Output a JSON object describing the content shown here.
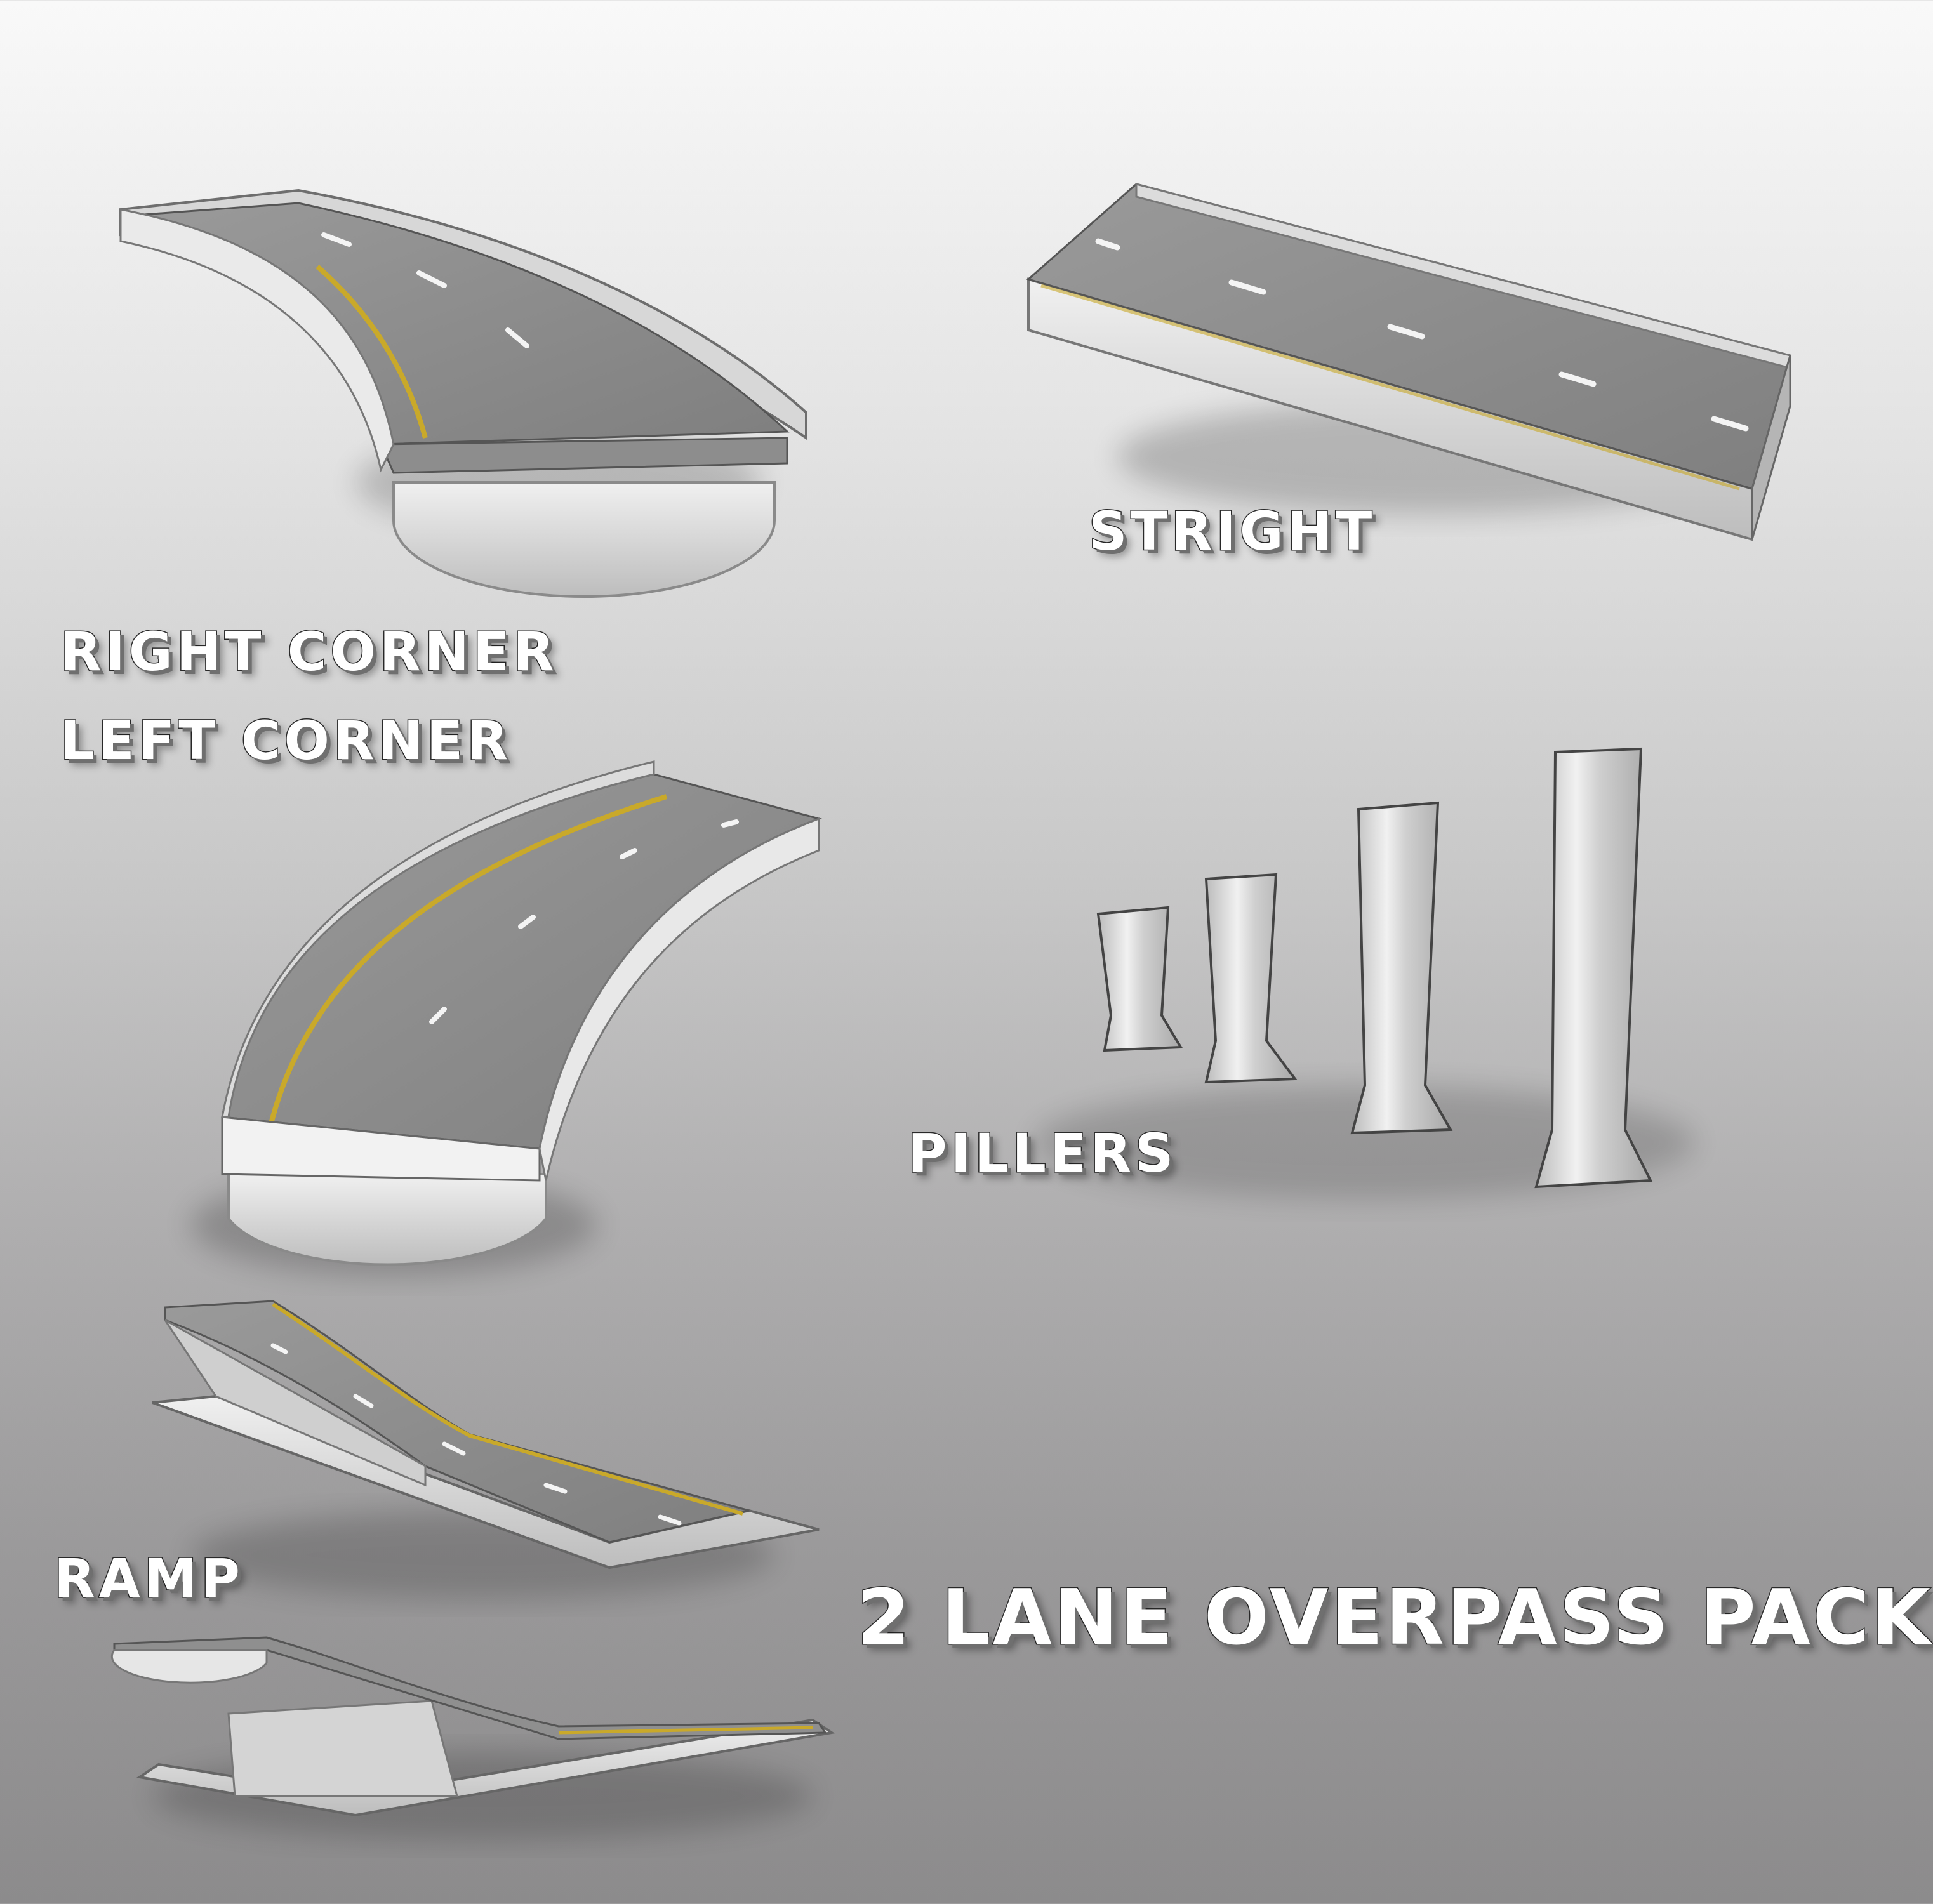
{
  "labels": {
    "right_corner": "RIGHT CORNER",
    "left_corner": "LEFT CORNER",
    "straight": "STRIGHT",
    "pillars": "PILLERS",
    "ramp": "RAMP",
    "title": "2 LANE OVERPASS PACK"
  },
  "colors": {
    "asphalt": "#8f8f8f",
    "concrete": "#e2e2e2",
    "concrete_shadow": "#a9a9a9",
    "center_line": "#c9a92a",
    "lane_dash": "#f4f4f4"
  },
  "icons": {
    "right_corner_piece": "curved-overpass-segment",
    "left_corner_piece": "curved-overpass-segment",
    "straight_piece": "straight-overpass-segment",
    "pillar_pieces": "support-pillar",
    "ramp_piece": "ramp-segment"
  }
}
